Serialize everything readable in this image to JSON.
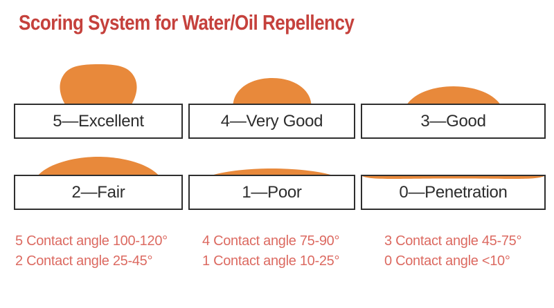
{
  "title": "Scoring System for Water/Oil Repellency",
  "colors": {
    "title_text": "#c5413c",
    "droplet": "#e8893b",
    "box_border": "#2e2e2e",
    "box_text": "#2d2d2d",
    "note_text": "#dc6a61",
    "background": "#ffffff"
  },
  "scores": [
    {
      "value": 5,
      "label": "5—Excellent",
      "droplet_shape": "tall-dome"
    },
    {
      "value": 4,
      "label": "4—Very Good",
      "droplet_shape": "half-dome"
    },
    {
      "value": 3,
      "label": "3—Good",
      "droplet_shape": "low-dome"
    },
    {
      "value": 2,
      "label": "2—Fair",
      "droplet_shape": "flat-dome"
    },
    {
      "value": 1,
      "label": "1—Poor",
      "droplet_shape": "very-flat-dome"
    },
    {
      "value": 0,
      "label": "0—Penetration",
      "droplet_shape": "penetrated-film"
    }
  ],
  "contact_angles": [
    "5 Contact angle 100-120°",
    "4 Contact angle 75-90°",
    "3 Contact angle 45-75°",
    "2 Contact angle 25-45°",
    "1 Contact angle 10-25°",
    "0 Contact angle <10°"
  ]
}
